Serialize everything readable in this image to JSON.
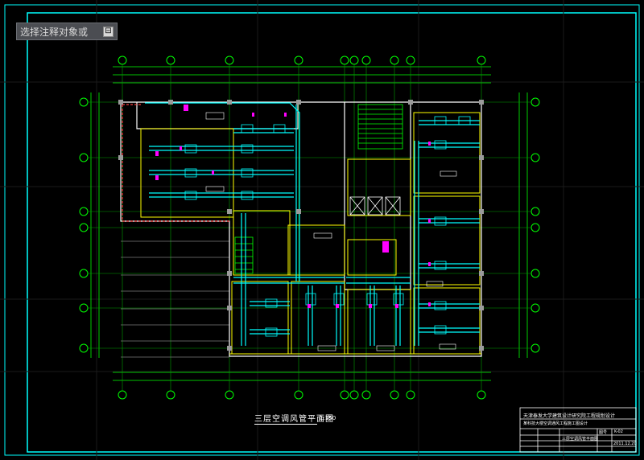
{
  "tooltip": {
    "label": "选择注释对象或",
    "button_glyph": "⊟"
  },
  "drawing_title": {
    "name": "三层空调风管平面图",
    "scale": "1:150"
  },
  "title_block": {
    "company": "天津泰发大学建筑设计研究院工程规划设计",
    "project": "某科技大楼空调通风工程施工图设计",
    "sheet_no_label": "图号",
    "sheet_no": "K-02",
    "drawing_name": "三层空调风管平面图",
    "date": "2011.12.20"
  },
  "colors": {
    "background": "#000000",
    "border": "#00ffff",
    "axis": "#00ff00",
    "wall": "#ffffff",
    "duct": "#00ffff",
    "partition": "#ffff00",
    "equipment": "#ff00ff",
    "fire_wall": "#ff4040"
  }
}
